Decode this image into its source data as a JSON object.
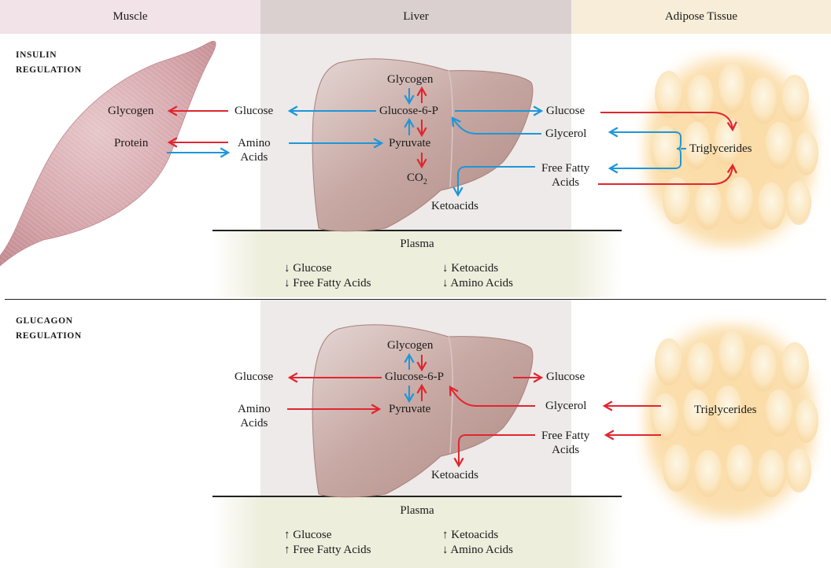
{
  "headers": {
    "muscle": "Muscle",
    "liver": "Liver",
    "adipose": "Adipose Tissue"
  },
  "colors": {
    "stimulated": "#e0262f",
    "inhibited": "#1e96d8",
    "muscle_header": "#f2e3e8",
    "liver_header": "#dbd0d0",
    "adipose_header": "#f8edd8",
    "liver_bg": "#edeae9",
    "plasma_bg": "#edeedc"
  },
  "insulin": {
    "section_label_1": "INSULIN",
    "section_label_2": "REGULATION",
    "muscle": {
      "glycogen": "Glycogen",
      "protein": "Protein",
      "glucose": "Glucose",
      "amino_1": "Amino",
      "amino_2": "Acids"
    },
    "liver": {
      "glycogen": "Glycogen",
      "g6p": "Glucose-6-P",
      "pyruvate": "Pyruvate",
      "co2": "CO",
      "co2_sub": "2",
      "ketoacids": "Ketoacids"
    },
    "adipose": {
      "glucose": "Glucose",
      "glycerol": "Glycerol",
      "ffa_1": "Free Fatty",
      "ffa_2": "Acids",
      "triglycerides": "Triglycerides"
    },
    "plasma": {
      "title": "Plasma",
      "items": [
        "↓ Glucose",
        "↓ Free Fatty Acids",
        "↓ Ketoacids",
        "↓ Amino Acids"
      ]
    }
  },
  "glucagon": {
    "section_label_1": "GLUCAGON",
    "section_label_2": "REGULATION",
    "left": {
      "glucose": "Glucose",
      "amino_1": "Amino",
      "amino_2": "Acids"
    },
    "liver": {
      "glycogen": "Glycogen",
      "g6p": "Glucose-6-P",
      "pyruvate": "Pyruvate",
      "ketoacids": "Ketoacids"
    },
    "adipose": {
      "glucose": "Glucose",
      "glycerol": "Glycerol",
      "ffa_1": "Free Fatty",
      "ffa_2": "Acids",
      "triglycerides": "Triglycerides"
    },
    "plasma": {
      "title": "Plasma",
      "items": [
        "↑ Glucose",
        "↑ Free Fatty Acids",
        "↑ Ketoacids",
        "↓ Amino Acids"
      ]
    }
  }
}
